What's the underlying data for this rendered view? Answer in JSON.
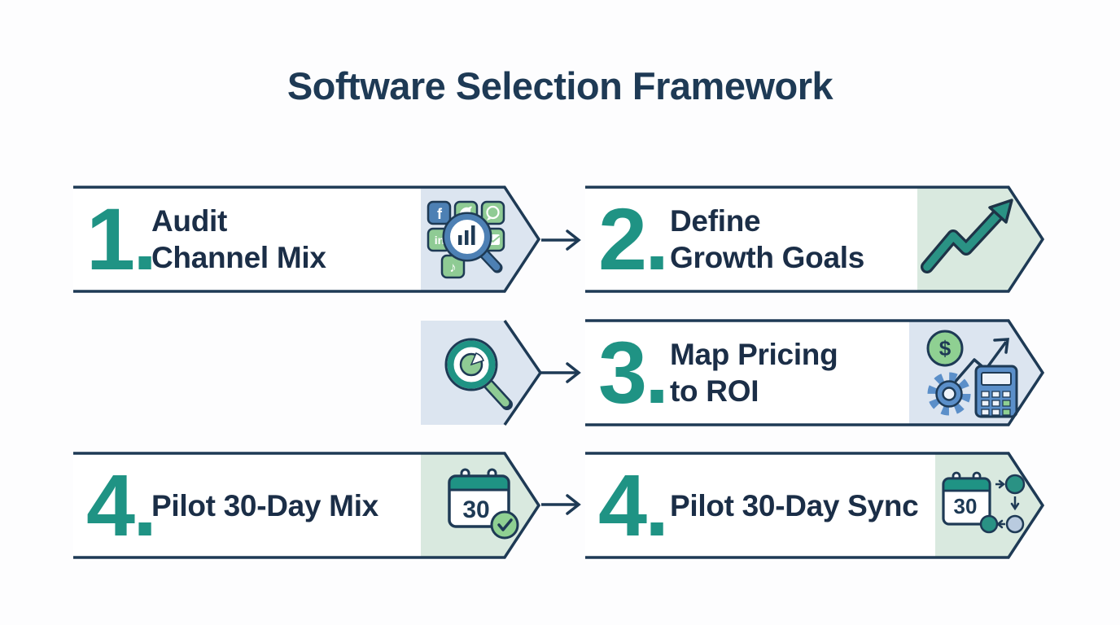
{
  "title": "Software Selection Framework",
  "colors": {
    "navy_outline": "#1e3a55",
    "teal_accent": "#1f9384",
    "panel_blue": "#dce5f0",
    "panel_green": "#d9e9df",
    "icon_green": "#8fcb94",
    "icon_blue": "#4d80b4",
    "icon_blue_light": "#5b8fc9",
    "label_text": "#1b2e47"
  },
  "steps": [
    {
      "number": "1.",
      "label_line1": "Audit",
      "label_line2": "Channel Mix",
      "icon": "social-channels-audit-magnifier-icon",
      "panel": "blue"
    },
    {
      "number": "2.",
      "label_line1": "Define",
      "label_line2": "Growth Goals",
      "icon": "growth-trend-arrow-icon",
      "panel": "green"
    },
    {
      "icon": "magnifier-pie-chart-icon",
      "panel": "blue"
    },
    {
      "number": "3.",
      "label_line1": "Map Pricing",
      "label_line2": "to ROI",
      "icon": "dollar-gear-calculator-icon",
      "panel": "blue",
      "currency_symbol": "$"
    },
    {
      "number": "4.",
      "label_line1": "Pilot 30-Day Mix",
      "icon": "calendar-30-check-icon",
      "panel": "green",
      "calendar_label": "30"
    },
    {
      "number": "4.",
      "label_line1": "Pilot 30-Day Sync",
      "icon": "calendar-30-sync-icon",
      "panel": "green",
      "calendar_label": "30"
    }
  ],
  "social_glyphs": {
    "facebook": "f",
    "linkedin": "in",
    "tiktok": "♪"
  }
}
